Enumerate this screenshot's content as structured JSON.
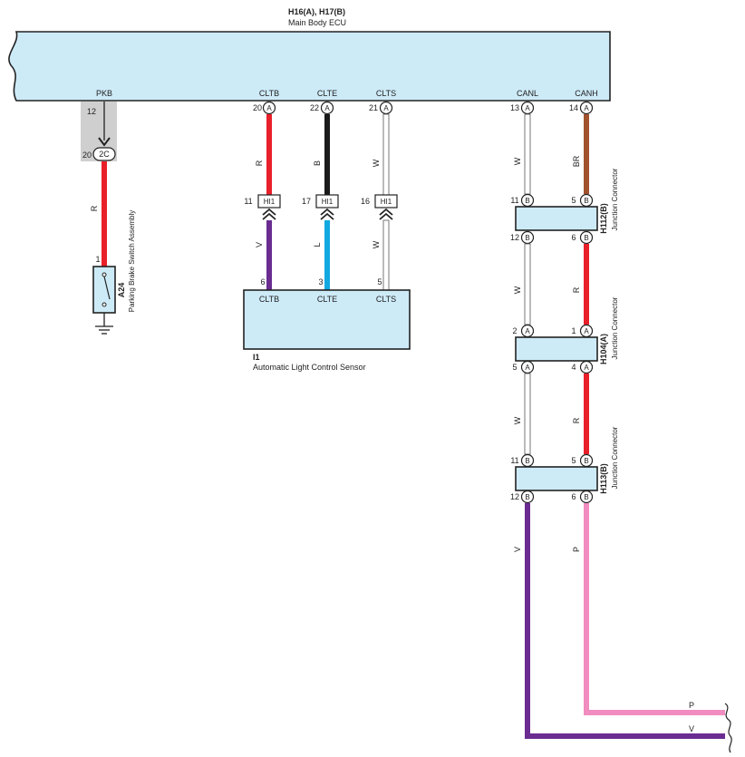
{
  "ecu": {
    "code": "H16(A), H17(B)",
    "name": "Main Body ECU"
  },
  "ecu_pins": {
    "pkb": "PKB",
    "cltb": "CLTB",
    "clte": "CLTE",
    "clts": "CLTS",
    "canl": "CANL",
    "canh": "CANH"
  },
  "ecu_terminals": {
    "pkb_num": "12",
    "cltb_num": "20",
    "cltb_conn": "A",
    "clte_num": "22",
    "clte_conn": "A",
    "clts_num": "21",
    "clts_conn": "A",
    "canl_num": "13",
    "canl_conn": "A",
    "canh_num": "14",
    "canh_conn": "A"
  },
  "joint_2c": {
    "num": "20",
    "label": "2C"
  },
  "wire_colors": {
    "pkb": "R",
    "cltb_top": "R",
    "clte_top": "B",
    "clts_top": "W",
    "cltb_bot": "V",
    "clte_bot": "L",
    "clts_bot": "W",
    "canl_1": "W",
    "canh_1": "BR",
    "canl_2": "W",
    "canh_2": "R",
    "canl_3": "W",
    "canh_3": "R",
    "canl_4": "V",
    "canh_4": "P",
    "out_p": "P",
    "out_v": "V"
  },
  "colors": {
    "red": "#e8202a",
    "black": "#1a1a1a",
    "white_wire": "#ffffff",
    "violet": "#6a2c91",
    "light_blue": "#12a8e0",
    "brown": "#a0522d",
    "pink": "#f08cbf",
    "body_fill": "#cdeaf7",
    "shade": "#cfcfcf"
  },
  "hi1": {
    "label": "HI1",
    "cltb_in": "11",
    "clte_in": "17",
    "clts_in": "16"
  },
  "sensor": {
    "code": "I1",
    "name": "Automatic Light Control Sensor",
    "pins": {
      "cltb": "CLTB",
      "clte": "CLTE",
      "clts": "CLTS"
    },
    "nums": {
      "cltb": "6",
      "clte": "3",
      "clts": "5"
    }
  },
  "parking_switch": {
    "code": "A24",
    "name": "Parking Brake Switch Assembly",
    "pin": "1"
  },
  "junctions": [
    {
      "code": "H112(B)",
      "name": "Junction Connector",
      "l_top": "11",
      "l_top_conn": "B",
      "r_top": "5",
      "r_top_conn": "B",
      "l_bot": "12",
      "l_bot_conn": "B",
      "r_bot": "6",
      "r_bot_conn": "B"
    },
    {
      "code": "H104(A)",
      "name": "Junction Connector",
      "l_top": "2",
      "l_top_conn": "A",
      "r_top": "1",
      "r_top_conn": "A",
      "l_bot": "5",
      "l_bot_conn": "A",
      "r_bot": "4",
      "r_bot_conn": "A"
    },
    {
      "code": "H113(B)",
      "name": "Junction Connector",
      "l_top": "11",
      "l_top_conn": "B",
      "r_top": "5",
      "r_top_conn": "B",
      "l_bot": "12",
      "l_bot_conn": "B",
      "r_bot": "6",
      "r_bot_conn": "B"
    }
  ]
}
